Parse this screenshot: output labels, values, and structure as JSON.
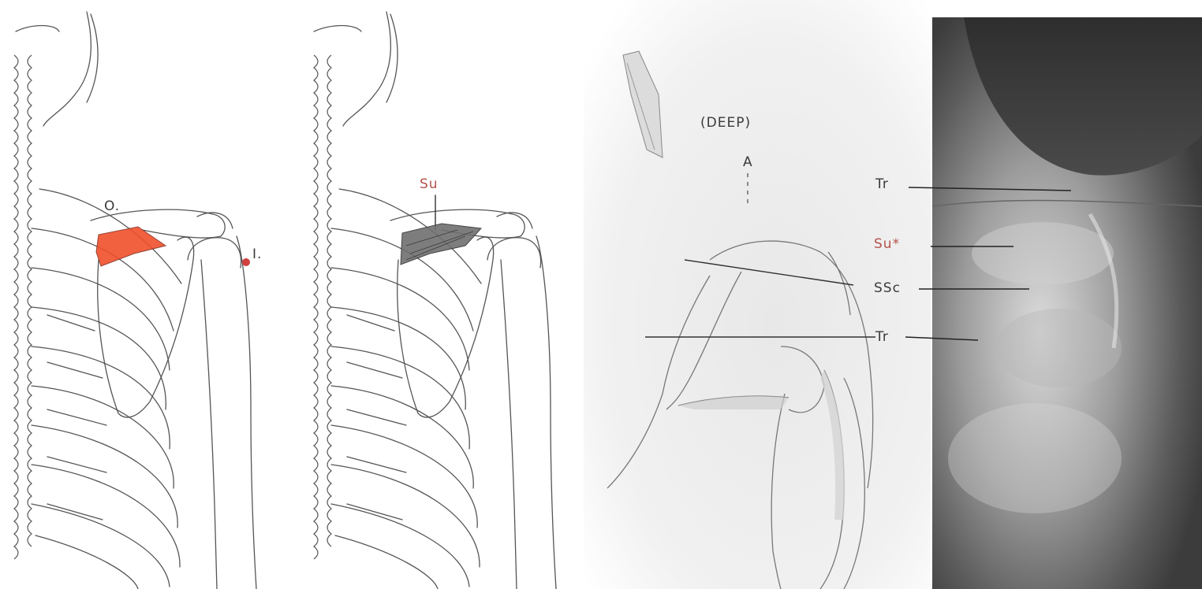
{
  "panels": {
    "origin_insertion": {
      "origin_label": "O.",
      "insertion_label": "I.",
      "origin_color": "#f0502c",
      "insertion_color": "#d24040"
    },
    "muscle": {
      "label": "Su",
      "muscle_color": "#6f6f6f"
    },
    "deep_view": {
      "view_label": "(DEEP)",
      "arrow_label": "A"
    },
    "ultrasound": {
      "labels": [
        "Tr",
        "Su*",
        "SSc",
        "Tr"
      ]
    }
  },
  "colors": {
    "line_art": "#555555",
    "label_dark": "#3a3a3a",
    "label_red": "#b5524a"
  }
}
